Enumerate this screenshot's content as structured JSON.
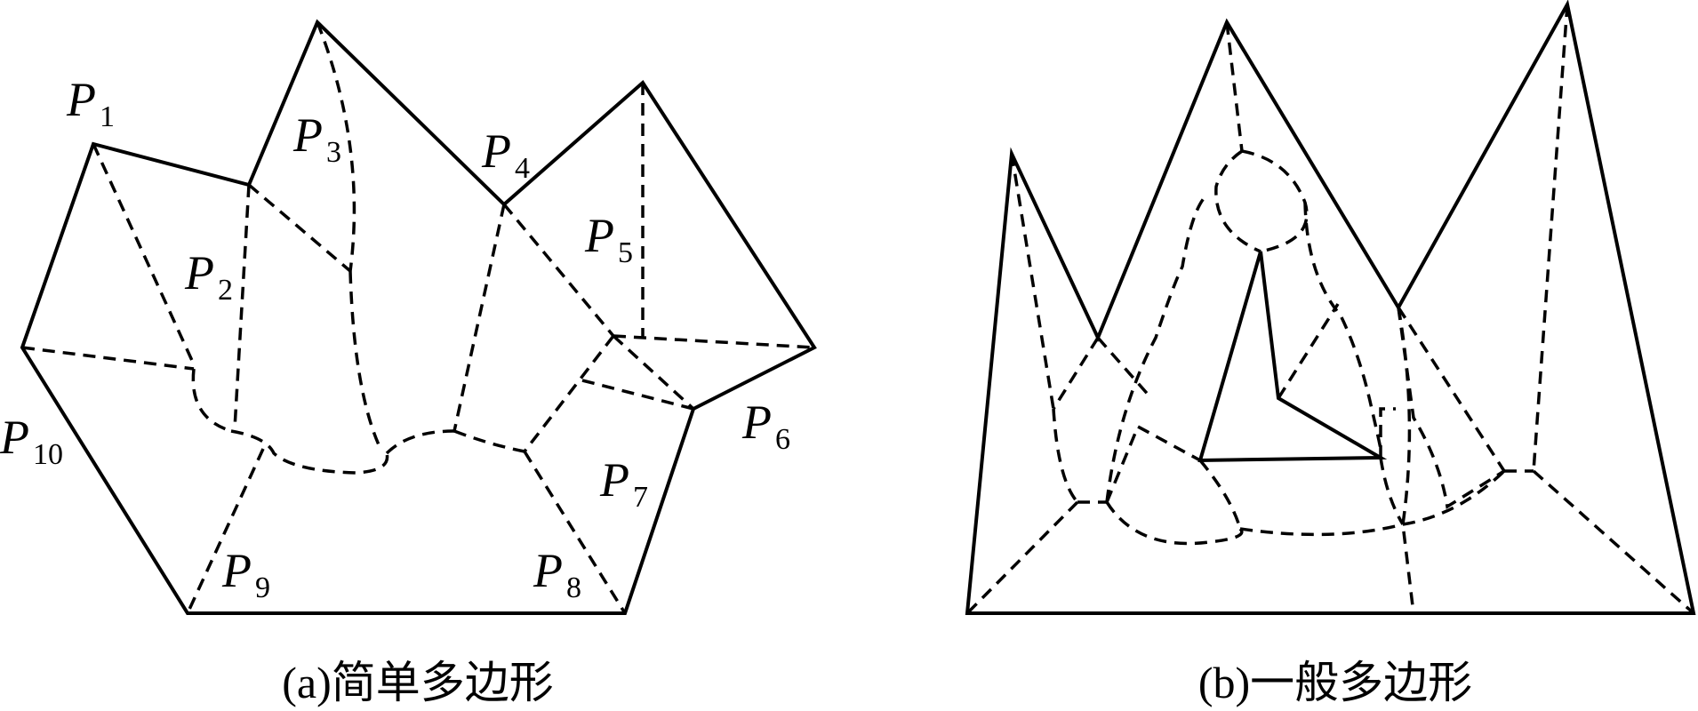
{
  "diagram_a": {
    "caption": "(a)简单多边形",
    "labels": [
      {
        "letter": "P",
        "sub": "1"
      },
      {
        "letter": "P",
        "sub": "2"
      },
      {
        "letter": "P",
        "sub": "3"
      },
      {
        "letter": "P",
        "sub": "4"
      },
      {
        "letter": "P",
        "sub": "5"
      },
      {
        "letter": "P",
        "sub": "6"
      },
      {
        "letter": "P",
        "sub": "7"
      },
      {
        "letter": "P",
        "sub": "8"
      },
      {
        "letter": "P",
        "sub": "9"
      },
      {
        "letter": "P",
        "sub": "10"
      }
    ]
  },
  "diagram_b": {
    "caption": "(b)一般多边形"
  }
}
